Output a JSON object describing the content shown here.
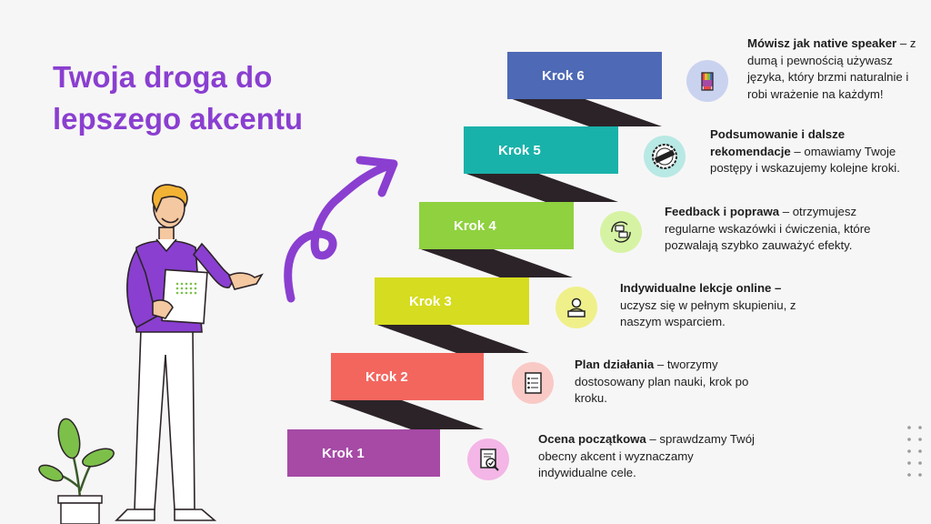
{
  "title": "Twoja droga do lepszego akcentu",
  "steps": [
    {
      "label": "Krok 1",
      "color": "#a64aa6",
      "icon": "document-check-icon",
      "bold": "Ocena początkowa",
      "text": " – sprawdzamy Twój obecny akcent i wyznaczamy indywidualne cele."
    },
    {
      "label": "Krok 2",
      "color": "#f2665e",
      "icon": "checklist-icon",
      "bold": "Plan działania",
      "text": " – tworzymy dostosowany plan nauki, krok po kroku."
    },
    {
      "label": "Krok 3",
      "color": "#d6dc1f",
      "icon": "online-lesson-icon",
      "bold": "Indywidualne lekcje online –",
      "text": " uczysz się w pełnym skupieniu, z naszym wsparciem."
    },
    {
      "label": "Krok 4",
      "color": "#8fd13f",
      "icon": "feedback-cycle-icon",
      "bold": "Feedback i poprawa",
      "text": " – otrzymujesz regularne wskazówki i ćwiczenia, które pozwalają szybko zauważyć efekty."
    },
    {
      "label": "Krok 5",
      "color": "#19b2aa",
      "icon": "recommended-stamp-icon",
      "bold": "Podsumowanie i dalsze rekomendacje",
      "text": " – omawiamy Twoje postępy i wskazujemy kolejne kroki."
    },
    {
      "label": "Krok 6",
      "color": "#4e69b5",
      "icon": "rainbow-fist-icon",
      "bold": "Mówisz jak native speaker",
      "text": " – z dumą i pewnością używasz języka, który brzmi naturalnie i robi wrażenie na każdym!"
    }
  ],
  "colors": {
    "title": "#8a3fd0",
    "arrow": "#8a3fd0",
    "riser": "#2b2328"
  }
}
